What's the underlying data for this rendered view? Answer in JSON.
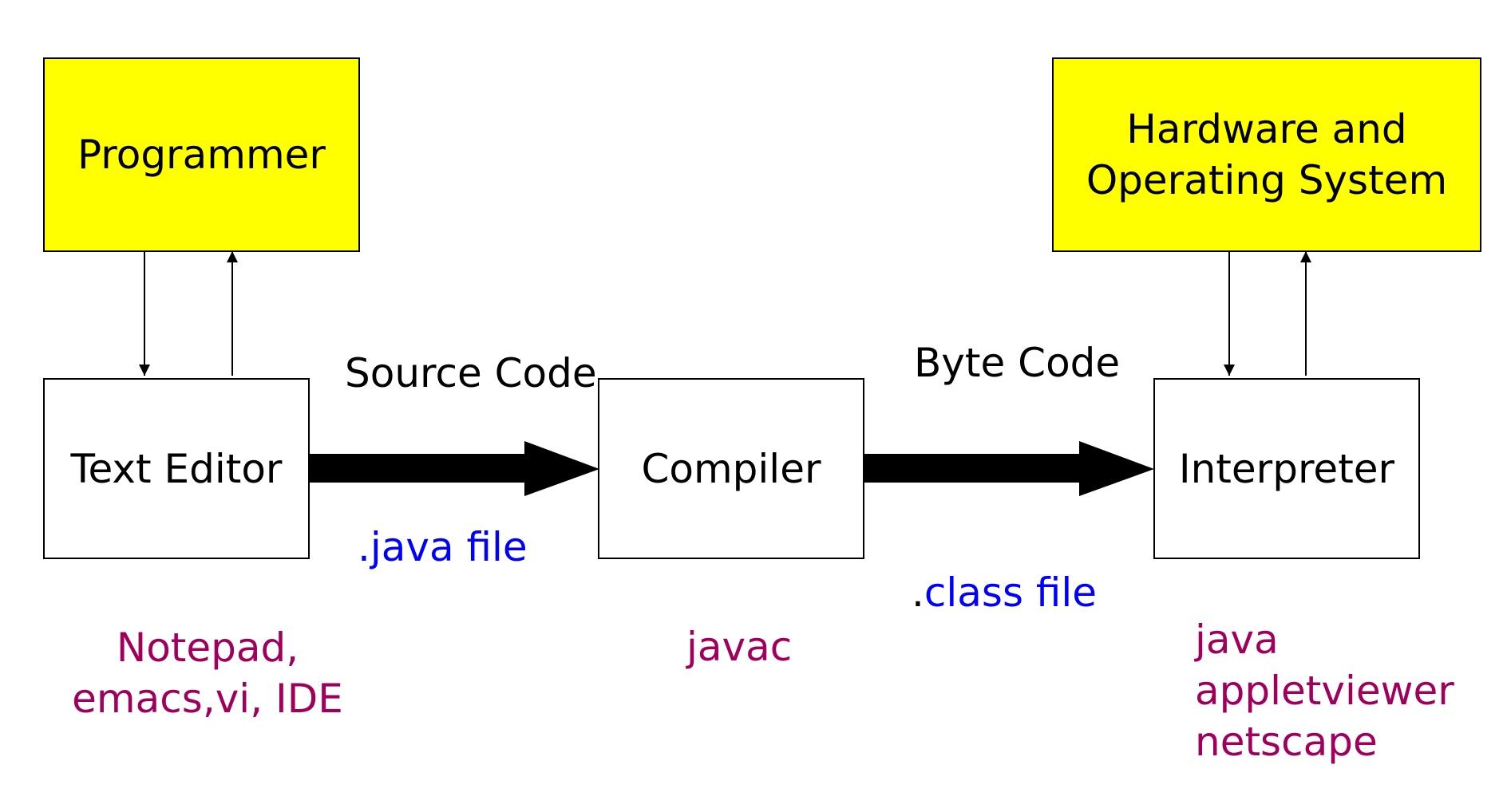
{
  "colors": {
    "box_fill_highlight": "#ffff00",
    "box_fill": "#ffffff",
    "stroke": "#000000",
    "file_label": "#0000ff",
    "tool_label": "#a0005c"
  },
  "boxes": {
    "programmer": "Programmer",
    "hardware_os": "Hardware and\nOperating System",
    "text_editor": "Text Editor",
    "compiler": "Compiler",
    "interpreter": "Interpreter"
  },
  "arrows": {
    "source_code": "Source Code",
    "java_file": ".java file",
    "byte_code": "Byte Code",
    "class_file_dot": ".",
    "class_file_rest": "class file"
  },
  "tools": {
    "editors": "Notepad,\nemacs,vi, IDE",
    "compiler": "javac",
    "interpreters": "java\nappletviewer\nnetscape"
  }
}
